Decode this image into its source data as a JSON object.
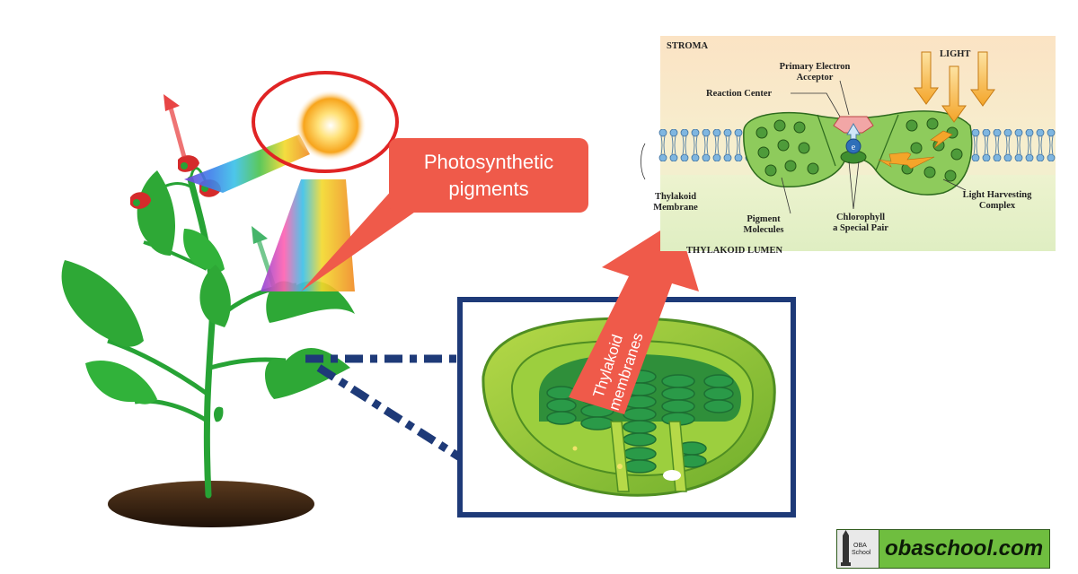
{
  "callout": {
    "line1": "Photosynthetic",
    "line2": "pigments"
  },
  "arrow": {
    "line1": "Thylakoid",
    "line2": "membranes"
  },
  "diagram": {
    "stroma": "STROMA",
    "light": "LIGHT",
    "primary_acceptor_1": "Primary Electron",
    "primary_acceptor_2": "Acceptor",
    "reaction_center": "Reaction Center",
    "electron": "e",
    "thylakoid_membrane_1": "Thylakoid",
    "thylakoid_membrane_2": "Membrane",
    "pigment_molecules_1": "Pigment",
    "pigment_molecules_2": "Molecules",
    "chlorophyll_1": "Chlorophyll",
    "chlorophyll_2": "a Special Pair",
    "light_harvesting_1": "Light Harvesting",
    "light_harvesting_2": "Complex",
    "lumen": "THYLAKOID LUMEN"
  },
  "brand": {
    "text": "obaschool.com",
    "logo_line1": "OBA",
    "logo_line2": "School"
  },
  "colors": {
    "leaf": "#2ea836",
    "callout": "#ef5a4a",
    "frame": "#1e3a78",
    "brand": "#6fbe3f"
  }
}
